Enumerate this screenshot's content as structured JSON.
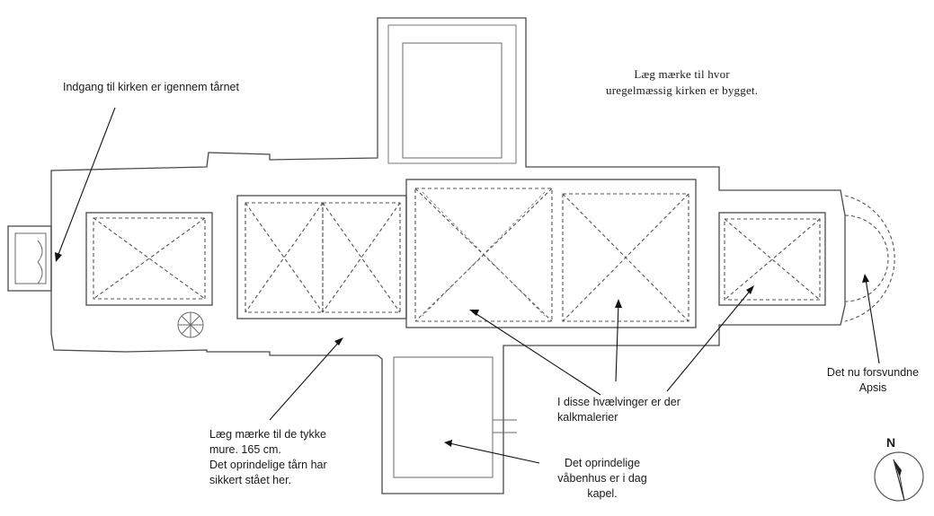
{
  "annotations": {
    "entrance": "Indgang til kirken er igennem tårnet",
    "irregular": [
      "Læg mærke til hvor",
      "uregelmæssig  kirken  er bygget."
    ],
    "thick_walls": [
      "Læg mærke til de tykke",
      "mure. 165 cm.",
      "Det oprindelige tårn har",
      "sikkert stået her."
    ],
    "paintings": [
      "I disse hvælvinger er der",
      "kalkmalerier"
    ],
    "porch": [
      "Det oprindelige",
      "våbenhus er i dag",
      "kapel."
    ],
    "apse": [
      "Det nu forsvundne",
      "Apsis"
    ]
  },
  "compass": {
    "label": "N",
    "icon": "compass-icon"
  }
}
